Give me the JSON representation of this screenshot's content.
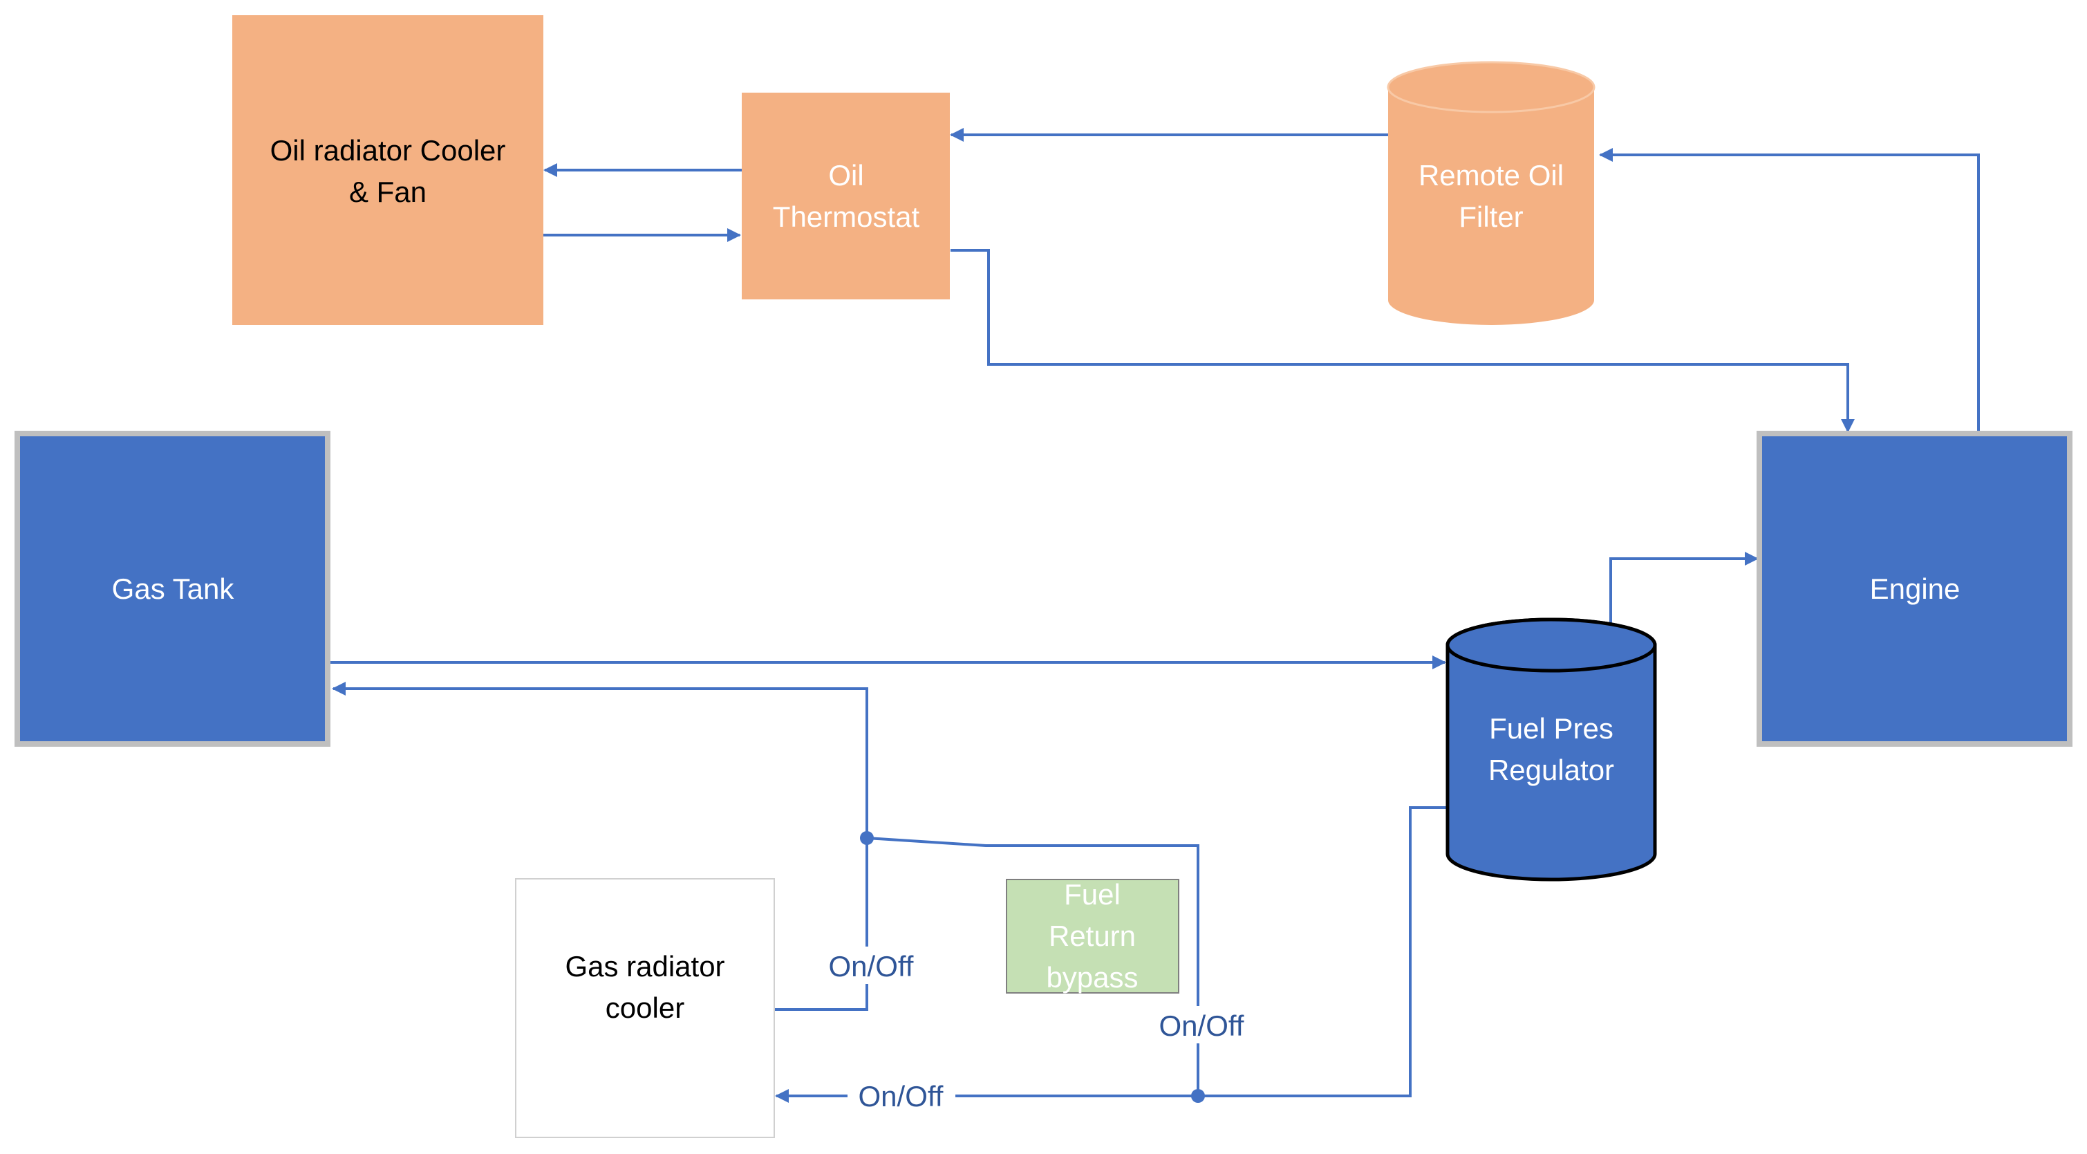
{
  "colors": {
    "orange_fill": "#F4B183",
    "blue_fill": "#4472C4",
    "blue_border": "#BFBFBF",
    "green_fill": "#C5E0B4",
    "green_border": "#A9D18E",
    "white_fill": "#FFFFFF",
    "gray_border": "#D0D0D0",
    "connector": "#4472C4",
    "dark_text": "#000000",
    "light_text": "#FFFFFF",
    "label_text": "#2F5597",
    "cylinder_outline": "#000000"
  },
  "nodes": {
    "oil_radiator": {
      "line1": "Oil radiator Cooler",
      "line2": "& Fan"
    },
    "oil_thermostat": {
      "line1": "Oil",
      "line2": "Thermostat"
    },
    "remote_oil_filter": {
      "line1": "Remote Oil",
      "line2": "Filter"
    },
    "gas_tank": {
      "line1": "Gas Tank"
    },
    "engine": {
      "line1": "Engine"
    },
    "fuel_pres_regulator": {
      "line1": "Fuel Pres",
      "line2": "Regulator"
    },
    "gas_radiator_cooler": {
      "line1": "Gas radiator",
      "line2": "cooler"
    },
    "fuel_return_bypass": {
      "line1": "Fuel",
      "line2": "Return",
      "line3": "bypass"
    }
  },
  "edge_labels": {
    "valve_left": "On/Off",
    "valve_middle": "On/Off",
    "valve_bottom": "On/Off"
  }
}
